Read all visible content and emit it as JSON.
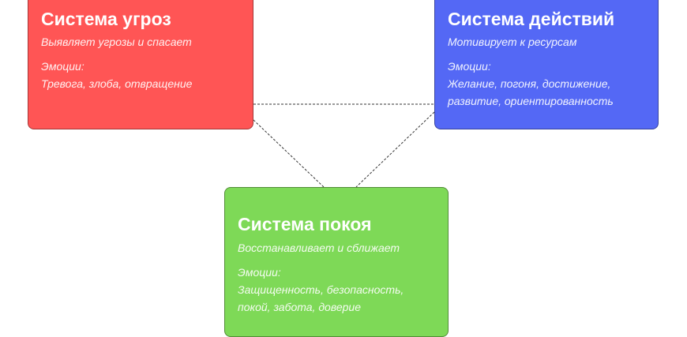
{
  "systems": {
    "threat": {
      "title": "Система угроз",
      "subtitle": "Выявляет угрозы и спасает",
      "emotions_label": "Эмоции:",
      "emotions_lines": [
        "Тревога, злоба, отвращение"
      ],
      "color": "#ff5555"
    },
    "drive": {
      "title": "Система действий",
      "subtitle": "Мотивирует к ресурсам",
      "emotions_label": "Эмоции:",
      "emotions_lines": [
        "Желание, погоня, достижение,",
        "развитие, ориентированность"
      ],
      "color": "#5468f5"
    },
    "soothing": {
      "title": "Система покоя",
      "subtitle": "Восстанавливает и сближает",
      "emotions_label": "Эмоции:",
      "emotions_lines": [
        "Защищенность, безопасность,",
        "покой, забота, доверие"
      ],
      "color": "#7ed957"
    }
  }
}
